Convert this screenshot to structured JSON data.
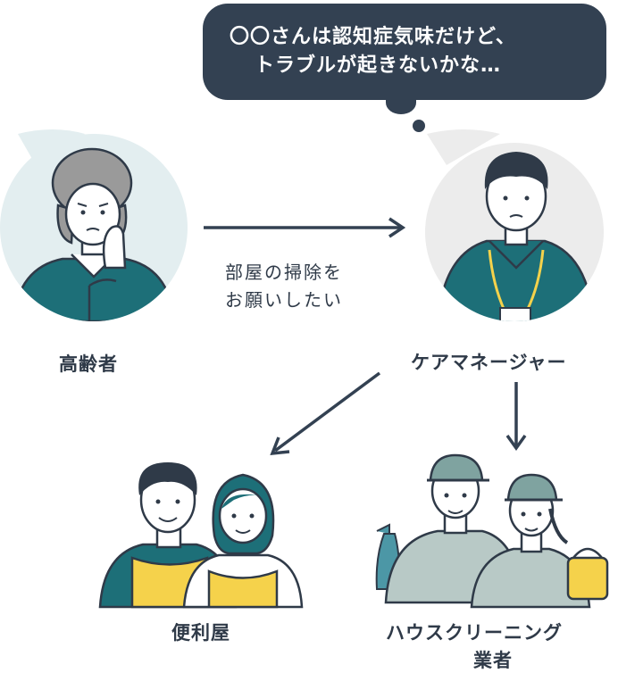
{
  "bubble": {
    "line1": "〇〇さんは認知症気味だけど、",
    "line2": "トラブルが起きないかな…"
  },
  "request": {
    "line1": "部屋の掃除を",
    "line2": "お願いしたい"
  },
  "nodes": {
    "elderly": "高齢者",
    "care_manager": "ケアマネージャー",
    "handyman": "便利屋",
    "cleaning_line1": "ハウスクリーニング",
    "cleaning_line2": "業者"
  },
  "colors": {
    "dark": "#334152",
    "teal": "#1d6f78",
    "yellow": "#f5d24b",
    "circle_light": "#e3eef0"
  }
}
